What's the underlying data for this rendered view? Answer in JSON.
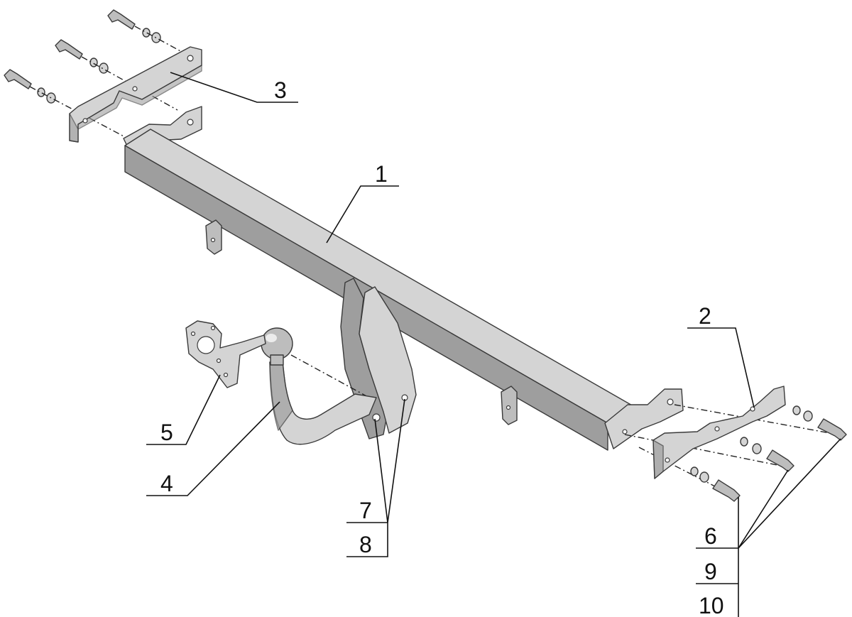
{
  "callouts": {
    "c1": "1",
    "c2": "2",
    "c3": "3",
    "c4": "4",
    "c5": "5",
    "c6": "6",
    "c7": "7",
    "c8": "8",
    "c9": "9",
    "c10": "10"
  },
  "colors": {
    "part_light": "#d4d4d4",
    "part_mid": "#bdbdbd",
    "part_dark": "#9e9e9e",
    "outline": "#3a3a3a",
    "line": "#111111"
  }
}
